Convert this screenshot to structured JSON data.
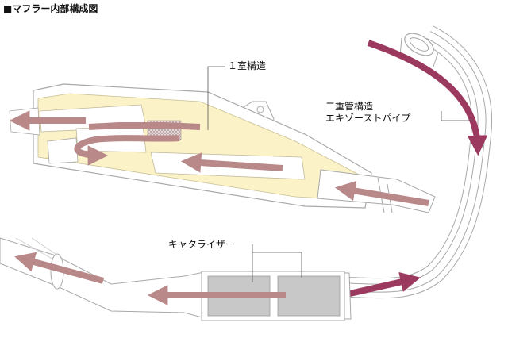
{
  "title": "■マフラー内部構成図",
  "labels": {
    "one_chamber": "１室構造",
    "double_pipe_line1": "二重管構造",
    "double_pipe_line2": "エキゾーストパイプ",
    "catalyzer": "キャタライザー"
  },
  "colors": {
    "exhaust_pipe_arrow": "#9b3a5e",
    "flow_arrow": "#b98989",
    "chamber_fill": "#fbf2c8",
    "catalyzer_fill": "#c8c8c8",
    "outline": "#a8a8a8"
  }
}
